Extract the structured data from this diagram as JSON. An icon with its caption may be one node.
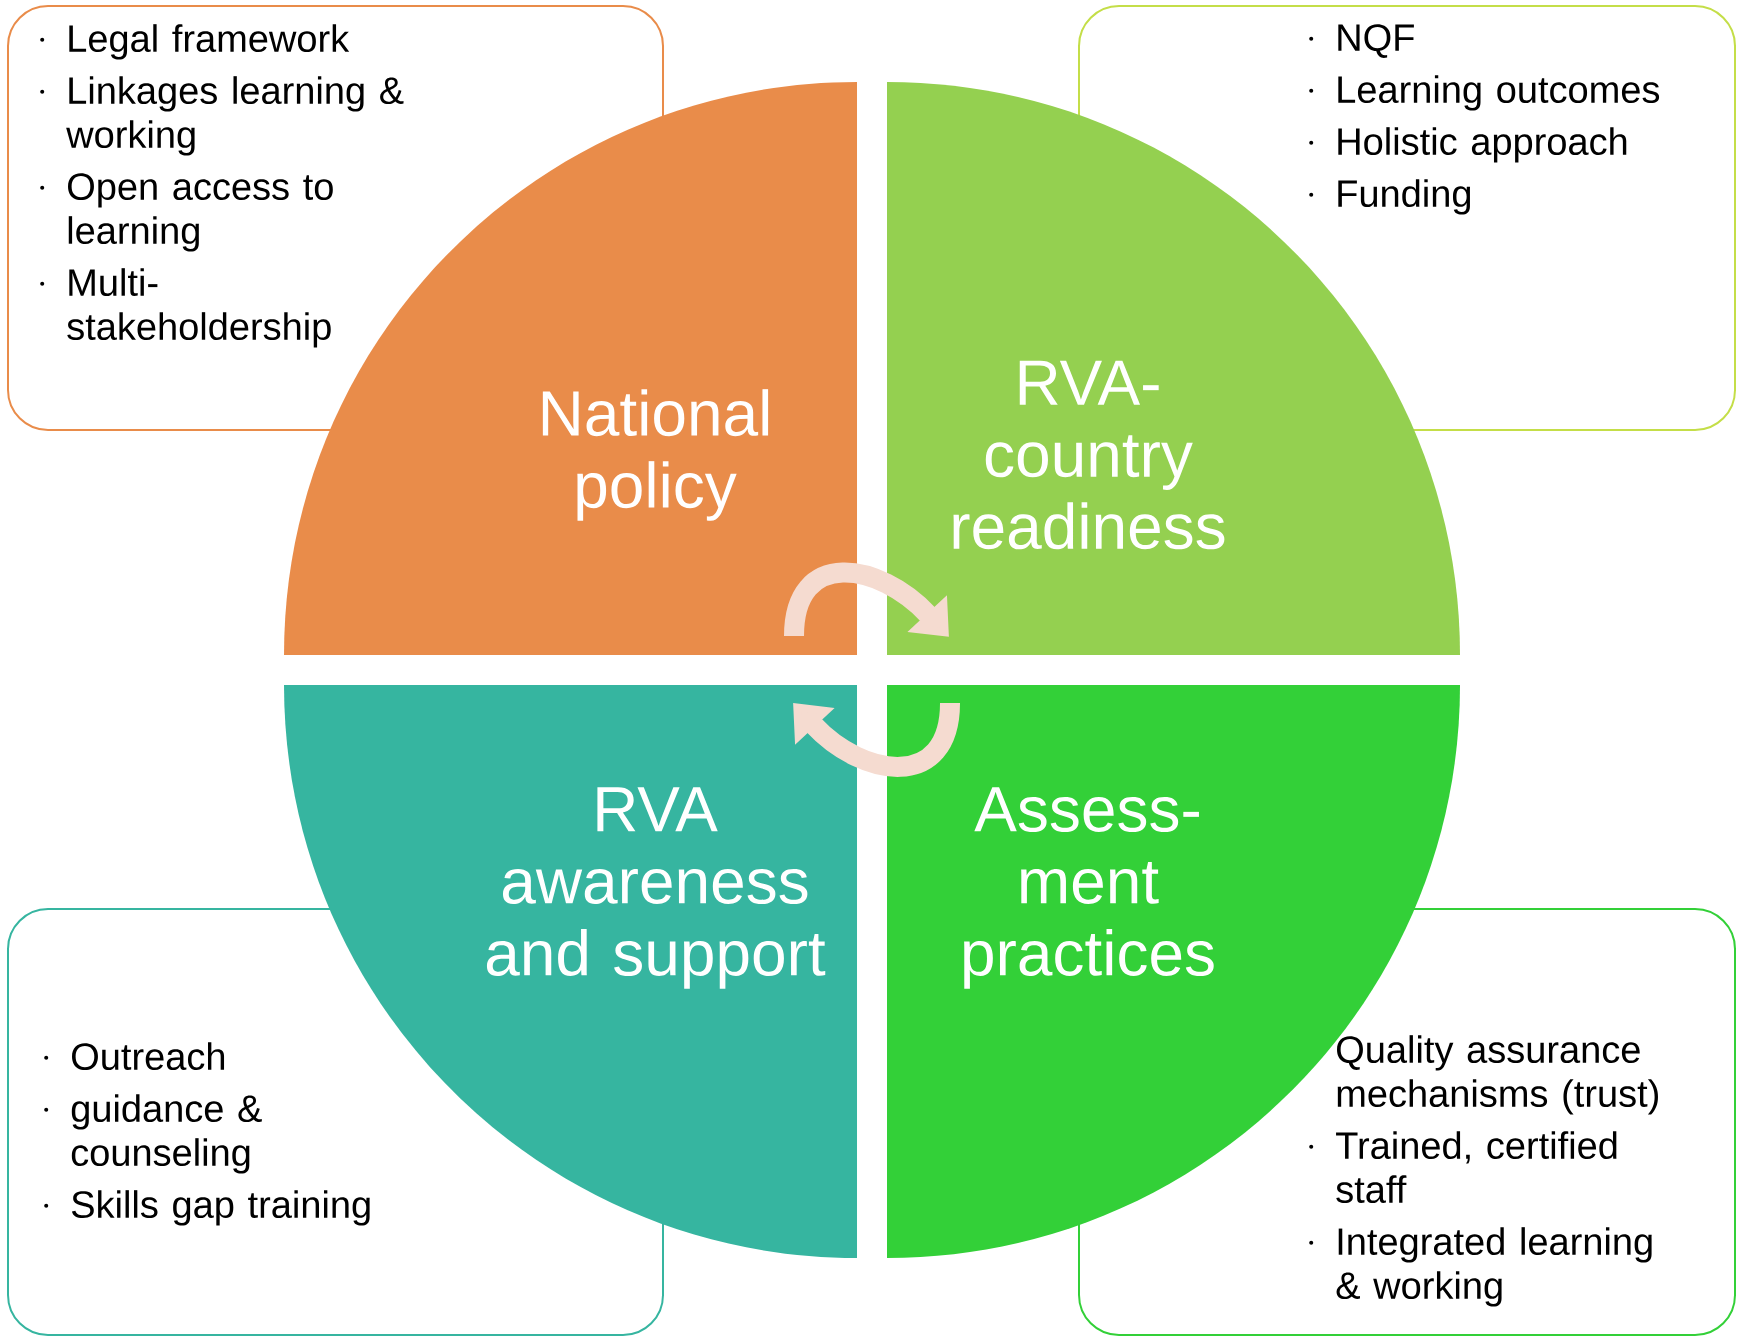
{
  "diagram": {
    "nodes": [
      {
        "text": [
          "National policy"
        ]
      },
      {
        "text": [
          "RVA-country readiness"
        ]
      },
      {
        "text": [
          "RVA awareness and support"
        ]
      },
      {
        "text": [
          "Assess-ment practices"
        ]
      },
      {
        "text": [
          "Legal framework",
          "Linkages learning & working",
          "Open access to learning",
          "Multi-stakeholdership"
        ]
      },
      {
        "text": [
          "NQF",
          "Learning outcomes",
          "Holistic approach",
          "Funding"
        ]
      },
      {
        "text": [
          "Outreach",
          "guidance & counseling",
          "Skills gap training"
        ]
      },
      {
        "text": [
          "Quality assurance mechanisms (trust)",
          "Trained, certified staff",
          "Integrated learning & working"
        ]
      }
    ],
    "edges": [
      {
        "from": 0,
        "to": 1,
        "arrow": "to"
      },
      {
        "from": 3,
        "to": 2,
        "arrow": "to"
      }
    ]
  }
}
